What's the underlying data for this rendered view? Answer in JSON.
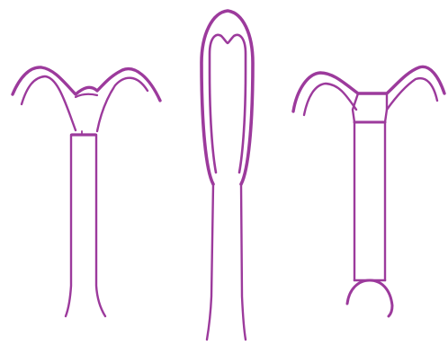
{
  "colors": {
    "background": "#ffffff",
    "stroke": "#9c3a9c"
  },
  "figures": [
    {
      "name": "figure-left-t-shape",
      "shape": "t-shaped-arms-open-stem"
    },
    {
      "name": "figure-middle-loop-shape",
      "shape": "elongated-loop-with-stem"
    },
    {
      "name": "figure-right-t-shape",
      "shape": "t-shaped-arms-with-round-base"
    }
  ]
}
